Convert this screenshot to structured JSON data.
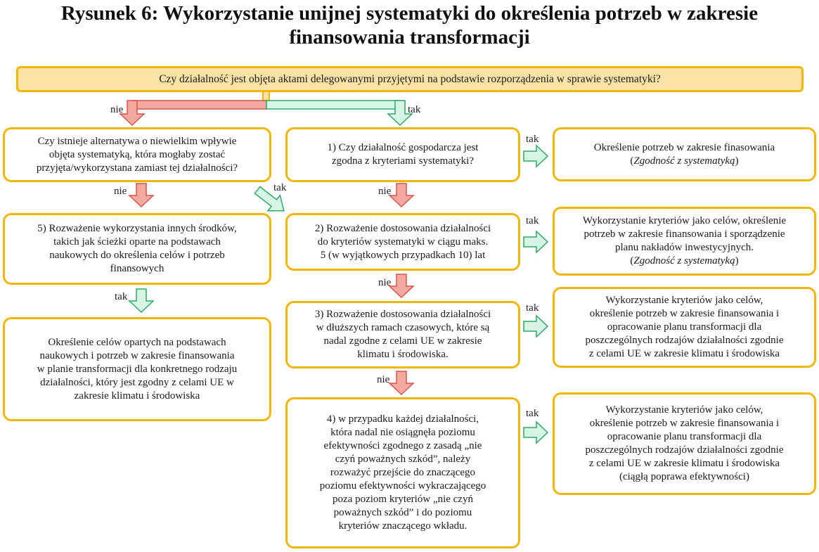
{
  "title": {
    "line1": "Rysunek 6: Wykorzystanie unijnej systematyki do określenia potrzeb w zakresie",
    "line2": "finansowania transformacji"
  },
  "colors": {
    "box_border": "#f2b705",
    "top_fill": "#fbe3a6",
    "no_arrow_fill": "#f2a99e",
    "no_arrow_stroke": "#d9534f",
    "yes_arrow_fill": "#d7f5e5",
    "yes_arrow_stroke": "#2fa866"
  },
  "top_question": "Czy działalność jest objęta aktami delegowanymi przyjętymi na podstawie rozporządzenia w sprawie systematyki?",
  "left": {
    "alt_question": [
      "Czy istnieje alternatywa o niewielkim wpływie",
      "objęta systematyką, która mogłaby zostać",
      "przyjęta/wykorzystana zamiast tej działalności?"
    ],
    "step5": [
      "5)  Rozważenie wykorzystania innych środków,",
      "takich jak ścieżki oparte na podstawach",
      "naukowych do określenia celów i potrzeb",
      "finansowych"
    ],
    "step5_result": [
      "Określenie celów opartych na podstawach",
      "naukowych i potrzeb w zakresie finansowania",
      "w planie transformacji dla konkretnego rodzaju",
      "działalności, który jest zgodny z celami UE w",
      "zakresie klimatu i środowiska"
    ]
  },
  "middle": {
    "step1": [
      "1) Czy działalność gospodarcza jest",
      "zgodna z kryteriami systematyki?"
    ],
    "step2": [
      "2) Rozważenie dostosowania działalności",
      "do kryteriów systematyki w ciągu maks.",
      "5 (w wyjątkowych przypadkach 10) lat"
    ],
    "step3": [
      "3) Rozważenie dostosowania działalności",
      "w dłuższych ramach czasowych, które są",
      "nadal zgodne z celami UE w zakresie",
      "klimatu i środowiska."
    ],
    "step4": [
      "4) w przypadku każdej działalności,",
      "która nadal nie osiągnęła poziomu",
      "efektywności zgodnego z zasadą „nie",
      "czyń poważnych szkód”, należy",
      "rozważyć przejście do znaczącego",
      "poziomu efektywności wykraczającego",
      "poza poziom kryteriów „nie czyń",
      "poważnych szkód” i do poziomu",
      "kryteriów znaczącego wkładu."
    ]
  },
  "right": {
    "result1": {
      "lines": [
        "Określenie potrzeb w zakresie finasowania"
      ],
      "italic": "Zgodność z systematyką"
    },
    "result2": {
      "lines": [
        "Wykorzystanie kryteriów jako celów, określenie",
        "potrzeb w zakresie finansowania i sporządzenie",
        "planu nakładów inwestycyjnych."
      ],
      "italic": "Zgodność z systematyką"
    },
    "result3": {
      "lines": [
        "Wykorzystanie kryteriów jako celów,",
        "określenie potrzeb w zakresie finansowania i",
        "opracowanie planu transformacji dla",
        "poszczególnych rodzajów działalności zgodnie",
        "z celami UE w zakresie klimatu i środowiska"
      ]
    },
    "result4": {
      "lines": [
        "Wykorzystanie kryteriów jako celów,",
        "określenie potrzeb w zakresie finansowania i",
        "opracowanie planu transformacji dla",
        "poszczególnych rodzajów działalności zgodnie",
        "z celami UE w zakresie klimatu i środowiska",
        "(ciągłą poprawa efektywności)"
      ]
    }
  },
  "labels": {
    "yes": "tak",
    "no": "nie"
  }
}
